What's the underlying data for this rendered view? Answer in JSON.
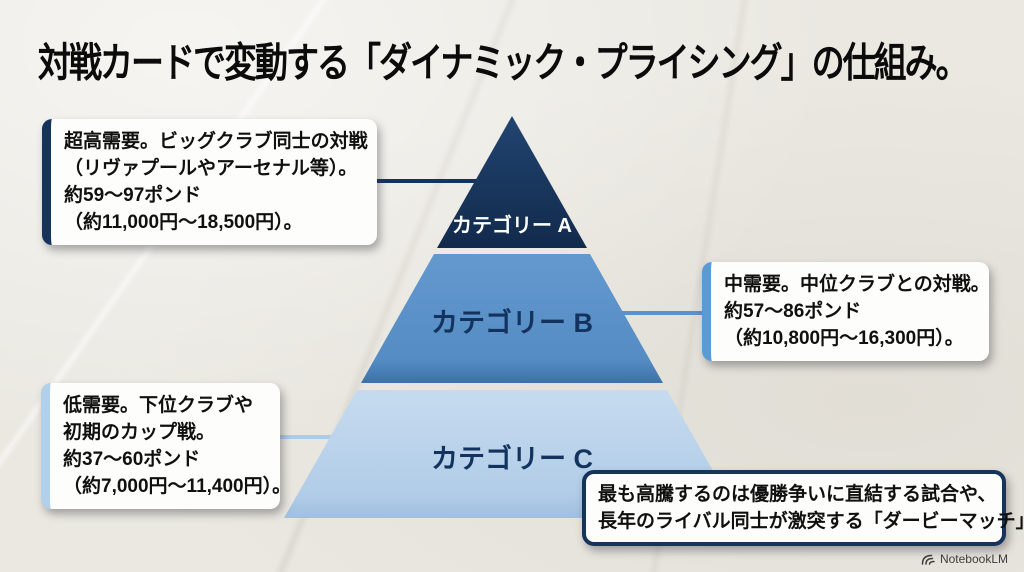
{
  "title": "対戦カードで変動する「ダイナミック・プライシング」の仕組み。",
  "pyramid": {
    "tiers": [
      {
        "id": "A",
        "label": "カテゴリー A",
        "demand": "超高需要",
        "color": "#18365c",
        "label_color": "#ffffff"
      },
      {
        "id": "B",
        "label": "カテゴリー B",
        "demand": "中需要",
        "color": "#5b92c8",
        "label_color": "#13335e"
      },
      {
        "id": "C",
        "label": "カテゴリー C",
        "demand": "低需要",
        "color": "#bcd4ec",
        "label_color": "#13335e"
      }
    ]
  },
  "callouts": {
    "category_a": {
      "accent_color": "#16335c",
      "lines": [
        "超高需要。ビッグクラブ同士の対戦",
        "（リヴァプールやアーセナル等）。",
        "約59〜97ポンド",
        "（約11,000円〜18,500円）。"
      ]
    },
    "category_b": {
      "accent_color": "#5b9bd5",
      "lines": [
        "中需要。中位クラブとの対戦。",
        "約57〜86ポンド",
        "（約10,800円〜16,300円）。"
      ]
    },
    "category_c": {
      "accent_color": "#b3d0ea",
      "lines": [
        "低需要。下位クラブや",
        "初期のカップ戦。",
        "約37〜60ポンド",
        "（約7,000円〜11,400円）。"
      ]
    },
    "note": {
      "border_color": "#16335c",
      "lines": [
        "最も高騰するのは優勝争いに直結する試合や、",
        "長年のライバル同士が激突する「ダービーマッチ」。"
      ]
    }
  },
  "watermark": {
    "label": "NotebookLM"
  },
  "colors": {
    "background": "#eae8e1",
    "title_text": "#0b0b0b",
    "tier_a": "#18365c",
    "tier_b": "#5b92c8",
    "tier_c": "#bcd4ec",
    "connector_a": "#16335c",
    "connector_b": "#5b92c8",
    "connector_c": "#aecbe6"
  }
}
